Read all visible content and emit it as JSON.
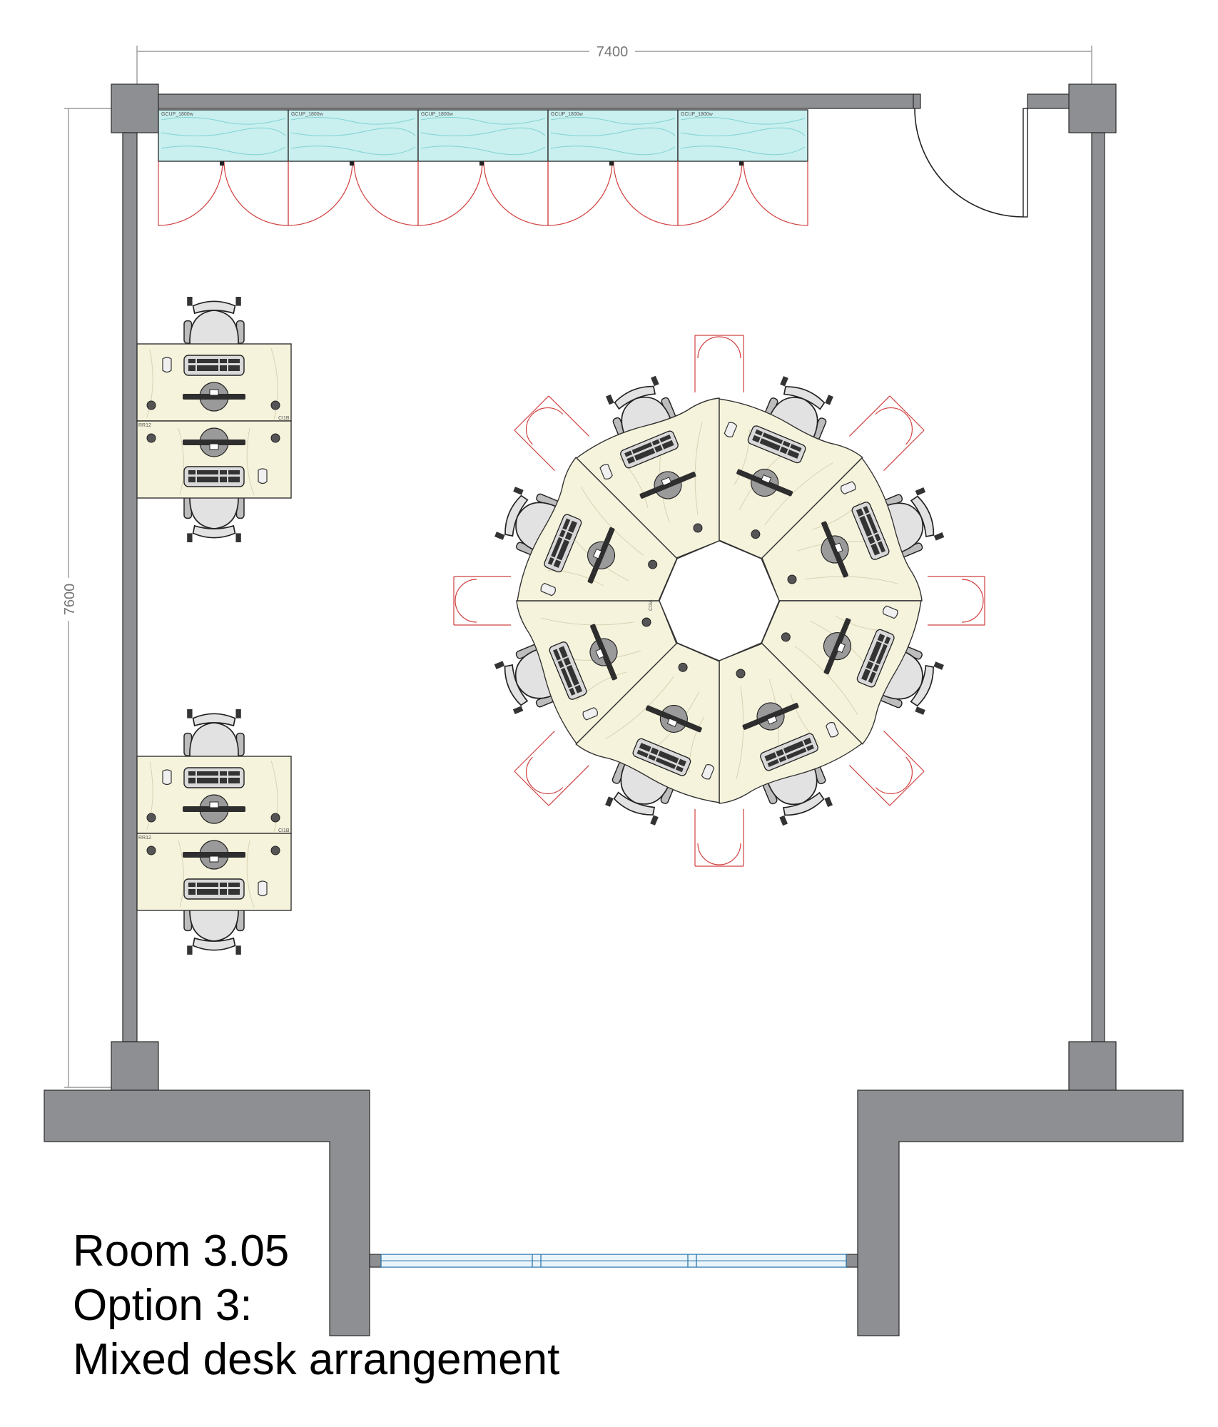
{
  "dimensions": {
    "width_label": "7400",
    "height_label": "7600"
  },
  "caption": {
    "line1": "Room 3.05",
    "line2": "Option 3:",
    "line3": "Mixed desk arrangement"
  },
  "cabinet_tags": [
    "GCUP_1800w",
    "GCUP_1800w",
    "GCUP_1800w",
    "GCUP_1800w",
    "GCUP_1800w"
  ],
  "desk_tags": {
    "rectangular": [
      "RR12",
      "CI1B"
    ],
    "hexagonal": "CI3A"
  },
  "colors": {
    "wall": "#8d8f92",
    "desk_surface": "#f6f3dc",
    "storage_surface": "#c9efef",
    "door_swing": "#d04040",
    "window": "#3a7fb0"
  }
}
